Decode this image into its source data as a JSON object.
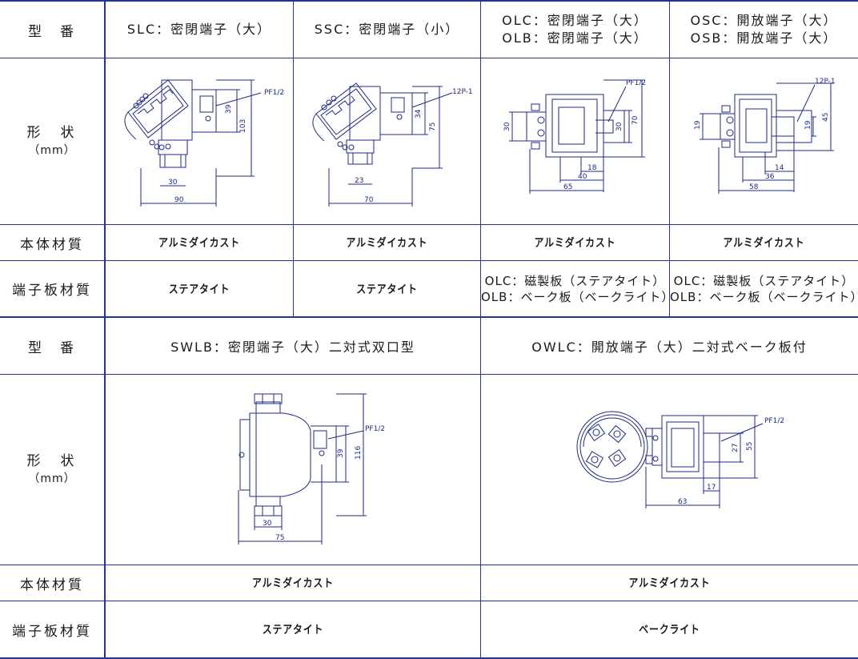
{
  "colors": {
    "grid_line": "#24339a",
    "drawing_line": "#1c2a88",
    "text": "#1a1a1a"
  },
  "labels": {
    "model": "型　番",
    "shape": "形　状",
    "unit": "（mm）",
    "body_material": "本体材質",
    "terminal_material": "端子板材質"
  },
  "top_models": [
    {
      "lines": [
        "SLC：密閉端子（大）"
      ],
      "body": "アルミダイカスト",
      "terminal": [
        "ステアタイト"
      ],
      "dims": {
        "callout": "PF1/2",
        "h_inner": "39",
        "h_outer": "103",
        "w_inner": "30",
        "w_outer": "90"
      }
    },
    {
      "lines": [
        "SSC：密閉端子（小）"
      ],
      "body": "アルミダイカスト",
      "terminal": [
        "ステアタイト"
      ],
      "dims": {
        "callout": "12P-1",
        "h_inner": "34",
        "h_outer": "75",
        "w_inner": "23",
        "w_outer": "70"
      }
    },
    {
      "lines": [
        "OLC：密閉端子（大）",
        "OLB：密閉端子（大）"
      ],
      "body": "アルミダイカスト",
      "terminal": [
        "OLC：磁製板（ステアタイト）",
        "OLB：ベーク板（ベークライト）"
      ],
      "dims": {
        "callout": "PF1/2",
        "h_left": "30",
        "h_inner": "30",
        "h_outer": "70",
        "w1": "18",
        "w2": "40",
        "w3": "65"
      }
    },
    {
      "lines": [
        "OSC：開放端子（大）",
        "OSB：開放端子（大）"
      ],
      "body": "アルミダイカスト",
      "terminal": [
        "OLC：磁製板（ステアタイト）",
        "OLB：ベーク板（ベークライト）"
      ],
      "dims": {
        "callout": "12P-1",
        "h_left": "19",
        "h_inner": "19",
        "h_outer": "45",
        "w1": "14",
        "w2": "36",
        "w3": "58"
      }
    }
  ],
  "bottom_models": [
    {
      "title": "SWLB：密閉端子（大）二対式双口型",
      "body": "アルミダイカスト",
      "terminal": "ステアタイト",
      "dims": {
        "callout": "PF1/2",
        "h_inner": "39",
        "h_outer": "116",
        "w_inner": "30",
        "w_outer": "75"
      }
    },
    {
      "title": "OWLC：開放端子（大）二対式ベーク板付",
      "body": "アルミダイカスト",
      "terminal": "ベークライト",
      "dims": {
        "callout": "PF1/2",
        "h_inner": "27",
        "h_outer": "55",
        "w_inner": "17",
        "w_outer": "63"
      }
    }
  ]
}
